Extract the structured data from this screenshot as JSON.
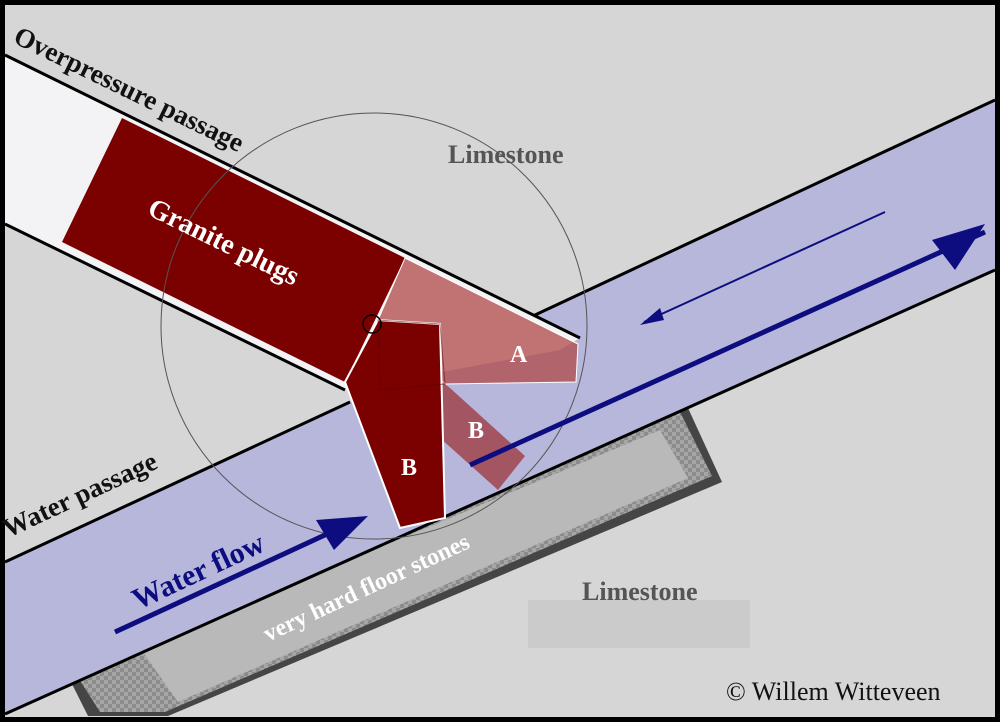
{
  "labels": {
    "overpressure_passage": "Overpressure passage",
    "water_passage": "Water passage",
    "limestone_top": "Limestone",
    "limestone_bottom": "Limestone",
    "granite_plugs": "Granite plugs",
    "water_flow": "Water flow",
    "floor_stones": "very hard floor stones",
    "plug_a": "A",
    "plug_b_mid": "B",
    "plug_b_low": "B",
    "copyright": "© Willem Witteveen"
  },
  "colors": {
    "background": "#d6d6d6",
    "border": "#000000",
    "passage_light": "#f3f3f6",
    "water": "#b8b8dc",
    "granite": "#7b0000",
    "granite_translucent": "#b84a4a",
    "floor_stones": "#a8a8a8",
    "arrow": "#0d0d80"
  }
}
